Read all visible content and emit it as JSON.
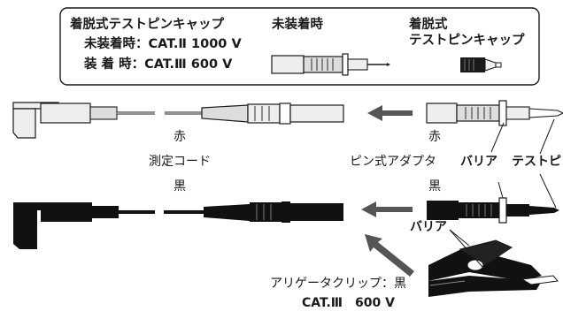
{
  "legend_box": {
    "title": "着脱式テストピンキャップ",
    "rating_uncapped": "未装着時：CAT.Ⅱ 1000 V",
    "rating_capped": "装 着 時：CAT.Ⅲ 600 V",
    "uncapped_heading": "未装着時",
    "cap_heading_line1": "着脱式",
    "cap_heading_line2": "テストピンキャップ"
  },
  "labels": {
    "red_left": "赤",
    "test_lead": "測定コード",
    "black_left": "黒",
    "red_right": "赤",
    "pin_adapter": "ピン式アダプタ",
    "black_right": "黒",
    "barrier_upper": "バリア",
    "test_pin": "テストピン",
    "barrier_lower": "バリア",
    "alligator_clip": "アリゲータクリップ：黒",
    "clip_rating": "CAT.Ⅲ　600 V"
  },
  "colors": {
    "outline": "#1a1a1a",
    "red_parts": "#e8e8e8",
    "black_parts": "#111111",
    "arrow": "#555555"
  }
}
